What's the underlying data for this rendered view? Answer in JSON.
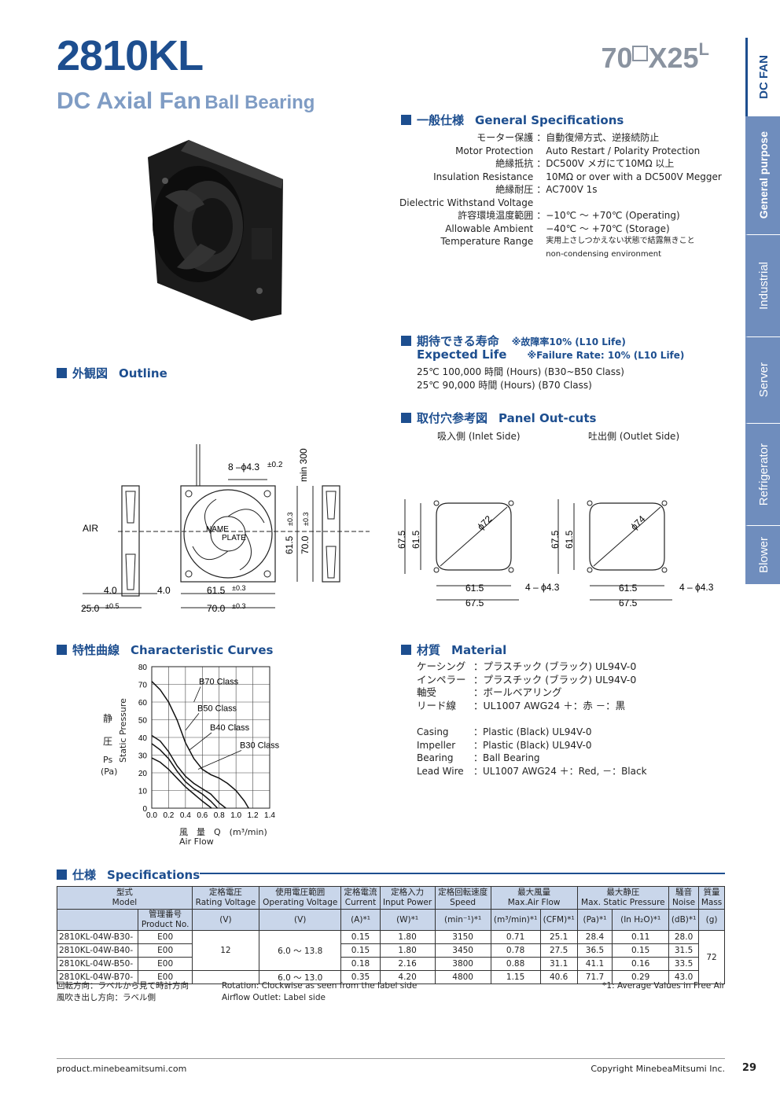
{
  "header": {
    "model": "2810KL",
    "subtitle_main": "DC Axial Fan",
    "subtitle_sub": "Ball Bearing",
    "size_a": "70",
    "size_b": "X25",
    "size_sup": "L"
  },
  "side_tabs": [
    "DC FAN",
    "General purpose",
    "Industrial",
    "Server",
    "Refrigerator",
    "Blower"
  ],
  "general_spec": {
    "title_jp": "一般仕様",
    "title_en": "General Specifications",
    "rows": [
      {
        "jp": "モーター保護",
        "en": "Motor Protection",
        "val_jp": "自動復帰方式、逆接続防止",
        "val_en": "Auto Restart / Polarity Protection"
      },
      {
        "jp": "絶縁抵抗",
        "en": "Insulation Resistance",
        "val_jp": "DC500V メガにて10MΩ 以上",
        "val_en": "10MΩ or over with a DC500V Megger"
      },
      {
        "jp": "絶縁耐圧",
        "en": "Dielectric Withstand Voltage",
        "val_jp": "AC700V 1s",
        "val_en": ""
      },
      {
        "jp": "許容環境温度範囲",
        "en1": "Allowable Ambient",
        "en2": "Temperature Range",
        "val1": "−10℃ ～ +70℃ (Operating)",
        "val2": "−40℃ ～ +70℃ (Storage)",
        "val3": "実用上さしつかえない状態で結露無きこと",
        "val4": "non-condensing environment"
      }
    ]
  },
  "life": {
    "title_jp": "期待できる寿命",
    "title_en": "Expected Life",
    "note_jp": "※故障率10% (L10 Life)",
    "note_en": "※Failure Rate: 10% (L10 Life)",
    "line1": "25℃ 100,000 時間 (Hours)  (B30~B50 Class)",
    "line2": "25℃ 90,000 時間 (Hours)  (B70 Class)"
  },
  "outline": {
    "title_jp": "外観図",
    "title_en": "Outline",
    "dims": {
      "holes": "8 –ϕ4.3",
      "holes_tol": "±0.2",
      "lead": "min 300",
      "d615": "61.5",
      "d615_tol": "±0.3",
      "d700": "70.0",
      "d700_tol": "±0.3",
      "air": "AIR",
      "name_plate_1": "NAME",
      "name_plate_2": "PLATE",
      "d40a": "4.0",
      "d40b": "4.0",
      "d250": "25.0",
      "d250_tol": "±0.5"
    }
  },
  "panel": {
    "title_jp": "取付穴参考図",
    "title_en": "Panel Out-cuts",
    "inlet": "吸入側 (Inlet Side)",
    "outlet": "吐出側 (Outlet Side)",
    "inlet_dims": {
      "d675": "67.5",
      "d615": "61.5",
      "dia": "ϕ72",
      "holes": "4 – ϕ4.3"
    },
    "outlet_dims": {
      "d675": "67.5",
      "d615": "61.5",
      "dia": "ϕ74",
      "holes": "4 – ϕ4.3"
    }
  },
  "curves": {
    "title_jp": "特性曲線",
    "title_en": "Characteristic Curves",
    "y_jp1": "静",
    "y_jp2": "圧",
    "y_ps": "Ps",
    "y_pa": "(Pa)",
    "y_en": "Static Pressure",
    "x_jp": "風　量　Q　(m³/min)",
    "x_en": "Air Flow"
  },
  "chart_data": {
    "type": "line",
    "xlabel": "Air Flow",
    "ylabel": "Static Pressure",
    "xlim": [
      0.0,
      1.4
    ],
    "ylim": [
      0,
      80
    ],
    "x_ticks": [
      "0.0",
      "0.2",
      "0.4",
      "0.6",
      "0.8",
      "1.0",
      "1.2",
      "1.4"
    ],
    "y_ticks": [
      "0",
      "10",
      "20",
      "30",
      "40",
      "50",
      "60",
      "70",
      "80"
    ],
    "grid": true,
    "series": [
      {
        "name": "B70 Class",
        "x": [
          0,
          0.1,
          0.2,
          0.3,
          0.4,
          0.5,
          0.6,
          0.7,
          0.8,
          0.9,
          1.0,
          1.1,
          1.15
        ],
        "y": [
          71.7,
          67,
          60,
          50,
          37,
          28,
          22,
          19,
          17,
          14,
          10,
          4,
          0
        ]
      },
      {
        "name": "B50 Class",
        "x": [
          0,
          0.1,
          0.2,
          0.3,
          0.4,
          0.5,
          0.6,
          0.7,
          0.8,
          0.88
        ],
        "y": [
          41.1,
          38,
          32,
          24,
          18,
          14,
          11,
          8,
          3,
          0
        ]
      },
      {
        "name": "B40 Class",
        "x": [
          0,
          0.1,
          0.2,
          0.3,
          0.4,
          0.5,
          0.6,
          0.7,
          0.78
        ],
        "y": [
          36.5,
          33,
          28,
          21,
          15,
          11,
          8,
          4,
          0
        ]
      },
      {
        "name": "B30 Class",
        "x": [
          0,
          0.1,
          0.2,
          0.3,
          0.4,
          0.5,
          0.6,
          0.71
        ],
        "y": [
          28.4,
          26,
          22,
          17,
          12,
          8,
          4,
          0
        ]
      }
    ]
  },
  "material": {
    "title_jp": "材質",
    "title_en": "Material",
    "jp": [
      {
        "k": "ケーシング",
        "v": "プラスチック (ブラック)  UL94V-0"
      },
      {
        "k": "インペラー",
        "v": "プラスチック (ブラック)  UL94V-0"
      },
      {
        "k": "軸受",
        "v": "ボールベアリング"
      },
      {
        "k": "リード線",
        "v": "UL1007 AWG24 ＋：赤 －：黒"
      }
    ],
    "en": [
      {
        "k": "Casing",
        "v": "Plastic (Black) UL94V-0"
      },
      {
        "k": "Impeller",
        "v": "Plastic (Black) UL94V-0"
      },
      {
        "k": "Bearing",
        "v": "Ball Bearing"
      },
      {
        "k": "Lead Wire",
        "v": "UL1007 AWG24 ＋：Red, －：Black"
      }
    ]
  },
  "specs": {
    "title_jp": "仕様",
    "title_en": "Specifications",
    "headers": {
      "model_jp": "型式",
      "model_en": "Model",
      "product_jp": "管理番号",
      "product_en": "Product No.",
      "rv_jp": "定格電圧",
      "rv_en": "Rating Voltage",
      "rv_u": "(V)",
      "ov_jp": "使用電圧範囲",
      "ov_en": "Operating Voltage",
      "ov_u": "(V)",
      "cur_jp": "定格電流",
      "cur_en": "Current",
      "cur_u": "(A)*¹",
      "ip_jp": "定格入力",
      "ip_en": "Input Power",
      "ip_u": "(W)*¹",
      "sp_jp": "定格回転速度",
      "sp_en": "Speed",
      "sp_u": "(min⁻¹)*¹",
      "af_jp": "最大風量",
      "af_en": "Max.Air Flow",
      "af_u1": "(m³/min)*¹",
      "af_u2": "(CFM)*¹",
      "ps_jp": "最大静圧",
      "ps_en": "Max. Static Pressure",
      "ps_u1": "(Pa)*¹",
      "ps_u2": "(In H₂O)*¹",
      "no_jp": "騒音",
      "no_en": "Noise",
      "no_u": "(dB)*¹",
      "ma_jp": "質量",
      "ma_en": "Mass",
      "ma_u": "(g)"
    },
    "rows": [
      {
        "model": "2810KL-04W-B30-",
        "pn": "E00",
        "cur": "0.15",
        "ip": "1.80",
        "sp": "3150",
        "m3": "0.71",
        "cfm": "25.1",
        "pa": "28.4",
        "inh2o": "0.11",
        "db": "28.0"
      },
      {
        "model": "2810KL-04W-B40-",
        "pn": "E00",
        "cur": "0.15",
        "ip": "1.80",
        "sp": "3450",
        "m3": "0.78",
        "cfm": "27.5",
        "pa": "36.5",
        "inh2o": "0.15",
        "db": "31.5"
      },
      {
        "model": "2810KL-04W-B50-",
        "pn": "E00",
        "cur": "0.18",
        "ip": "2.16",
        "sp": "3800",
        "m3": "0.88",
        "cfm": "31.1",
        "pa": "41.1",
        "inh2o": "0.16",
        "db": "33.5"
      },
      {
        "model": "2810KL-04W-B70-",
        "pn": "E00",
        "cur": "0.35",
        "ip": "4.20",
        "sp": "4800",
        "m3": "1.15",
        "cfm": "40.6",
        "pa": "71.7",
        "inh2o": "0.29",
        "db": "43.0"
      }
    ],
    "rated_voltage": "12",
    "op_voltage_1": "6.0 ～ 13.8",
    "op_voltage_2": "6.0 ～ 13.0",
    "mass": "72",
    "note_rot_jp": "回転方向：ラベルから見て時計方向",
    "note_air_jp": "風吹き出し方向：ラベル側",
    "note_rot_en": "Rotation: Clockwise as seen from the label side",
    "note_air_en": "Airflow Outlet: Label side",
    "note_avg": "*1: Average Values in Free Air"
  },
  "footer": {
    "url": "product.minebeamitsumi.com",
    "copyright": "Copyright MinebeaMitsumi Inc.",
    "page": "29"
  }
}
